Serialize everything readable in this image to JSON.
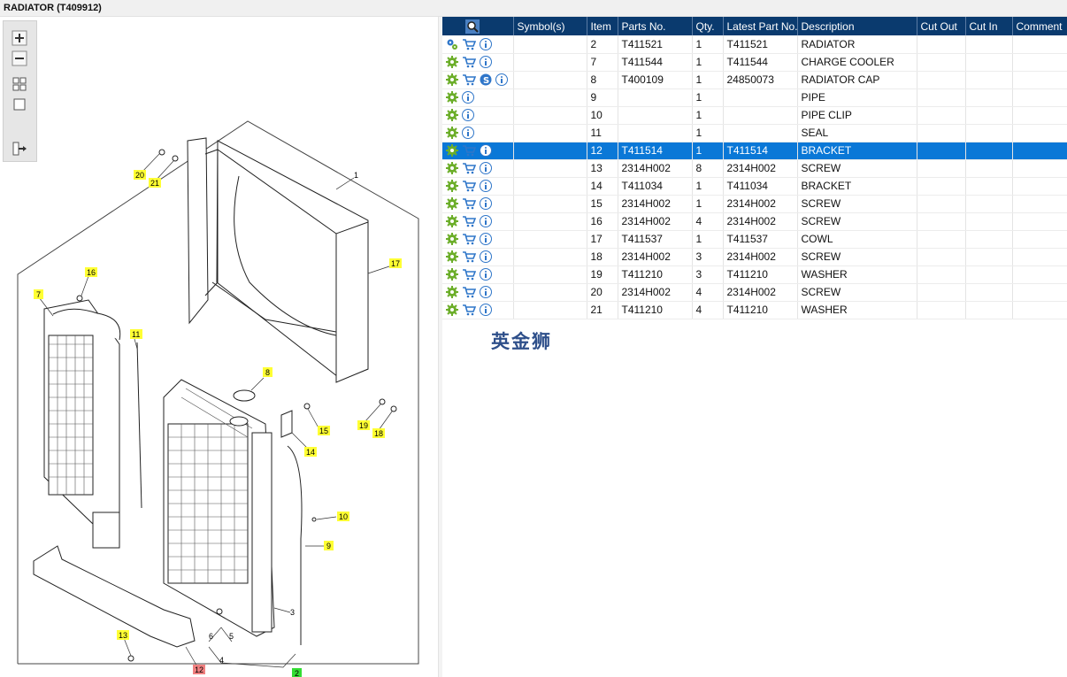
{
  "window": {
    "title": "RADIATOR (T409912)"
  },
  "viewer": {
    "toolbar": [
      {
        "name": "zoom-in-icon"
      },
      {
        "name": "zoom-out-icon"
      },
      {
        "name": "fit-all-icon"
      },
      {
        "name": "fit-window-icon"
      },
      {
        "name": "export-icon"
      }
    ],
    "callouts": {
      "c1": "1",
      "c2": "2",
      "c3": "3",
      "c4": "4",
      "c5": "5",
      "c6": "6",
      "c7": "7",
      "c8": "8",
      "c9": "9",
      "c10": "10",
      "c11": "11",
      "c12": "12",
      "c13": "13",
      "c14": "14",
      "c15": "15",
      "c16": "16",
      "c17": "17",
      "c18": "18",
      "c19": "19",
      "c20": "20",
      "c21": "21"
    }
  },
  "grid": {
    "headers": {
      "symbols": "Symbol(s)",
      "item": "Item",
      "parts_no": "Parts No.",
      "qty": "Qty.",
      "latest_part_no": "Latest Part No.",
      "description": "Description",
      "cut_out": "Cut Out",
      "cut_in": "Cut In",
      "comment": "Comment"
    },
    "rows": [
      {
        "item": "2",
        "parts_no": "T411521",
        "qty": "1",
        "latest": "T411521",
        "desc": "RADIATOR",
        "cart": true,
        "s": false,
        "gear": "gears"
      },
      {
        "item": "7",
        "parts_no": "T411544",
        "qty": "1",
        "latest": "T411544",
        "desc": "CHARGE COOLER",
        "cart": true,
        "s": false,
        "gear": "gear"
      },
      {
        "item": "8",
        "parts_no": "T400109",
        "qty": "1",
        "latest": "24850073",
        "desc": "RADIATOR CAP",
        "cart": true,
        "s": true,
        "gear": "gear"
      },
      {
        "item": "9",
        "parts_no": "",
        "qty": "1",
        "latest": "",
        "desc": "PIPE",
        "cart": false,
        "s": false,
        "gear": "gear"
      },
      {
        "item": "10",
        "parts_no": "",
        "qty": "1",
        "latest": "",
        "desc": "PIPE CLIP",
        "cart": false,
        "s": false,
        "gear": "gear"
      },
      {
        "item": "11",
        "parts_no": "",
        "qty": "1",
        "latest": "",
        "desc": "SEAL",
        "cart": false,
        "s": false,
        "gear": "gear"
      },
      {
        "item": "12",
        "parts_no": "T411514",
        "qty": "1",
        "latest": "T411514",
        "desc": "BRACKET",
        "cart": true,
        "s": false,
        "gear": "gear",
        "selected": true
      },
      {
        "item": "13",
        "parts_no": "2314H002",
        "qty": "8",
        "latest": "2314H002",
        "desc": "SCREW",
        "cart": true,
        "s": false,
        "gear": "gear"
      },
      {
        "item": "14",
        "parts_no": "T411034",
        "qty": "1",
        "latest": "T411034",
        "desc": "BRACKET",
        "cart": true,
        "s": false,
        "gear": "gear"
      },
      {
        "item": "15",
        "parts_no": "2314H002",
        "qty": "1",
        "latest": "2314H002",
        "desc": "SCREW",
        "cart": true,
        "s": false,
        "gear": "gear"
      },
      {
        "item": "16",
        "parts_no": "2314H002",
        "qty": "4",
        "latest": "2314H002",
        "desc": "SCREW",
        "cart": true,
        "s": false,
        "gear": "gear"
      },
      {
        "item": "17",
        "parts_no": "T411537",
        "qty": "1",
        "latest": "T411537",
        "desc": "COWL",
        "cart": true,
        "s": false,
        "gear": "gear"
      },
      {
        "item": "18",
        "parts_no": "2314H002",
        "qty": "3",
        "latest": "2314H002",
        "desc": "SCREW",
        "cart": true,
        "s": false,
        "gear": "gear"
      },
      {
        "item": "19",
        "parts_no": "T411210",
        "qty": "3",
        "latest": "T411210",
        "desc": "WASHER",
        "cart": true,
        "s": false,
        "gear": "gear"
      },
      {
        "item": "20",
        "parts_no": "2314H002",
        "qty": "4",
        "latest": "2314H002",
        "desc": "SCREW",
        "cart": true,
        "s": false,
        "gear": "gear"
      },
      {
        "item": "21",
        "parts_no": "T411210",
        "qty": "4",
        "latest": "T411210",
        "desc": "WASHER",
        "cart": true,
        "s": false,
        "gear": "gear"
      }
    ]
  },
  "watermark": "英金狮",
  "colors": {
    "header_bg": "#0a3a6e",
    "selected_row": "#0a78d7",
    "callout_yellow": "#ffff33",
    "callout_red": "#f08080",
    "callout_green": "#33dd33"
  }
}
